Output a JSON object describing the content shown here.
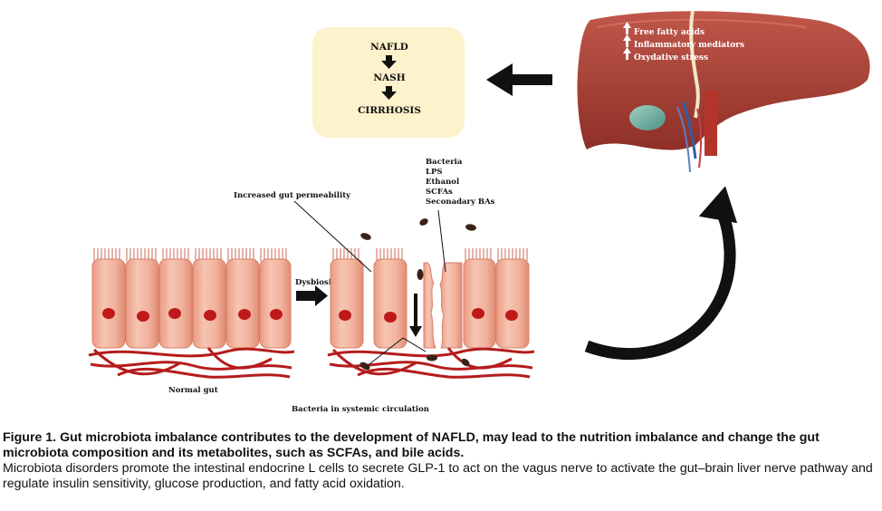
{
  "diagram": {
    "progression": {
      "stage1": "NAFLD",
      "stage2": "NASH",
      "stage3": "CIRRHOSIS"
    },
    "liver": {
      "line1": "Free fatty acids",
      "line2": "Inflammatory  mediators",
      "line3": "Oxydative stress"
    },
    "gut": {
      "increased_permeability": "Increased gut permeability",
      "products": [
        "Bacteria",
        "LPS",
        "Ethanol",
        "SCFAs",
        "Seconadary BAs"
      ],
      "dysbiosis": "Dysbiosis",
      "normal_gut": "Normal gut",
      "bacteria_circulation": "Bacteria in systemic circulation"
    }
  },
  "caption": {
    "title": "Figure 1. Gut microbiota imbalance contributes to the development of NAFLD, may lead to the nutrition imbalance and change the gut microbiota composition and its metabolites, such as SCFAs, and bile acids.",
    "body": "Microbiota disorders promote the intestinal endocrine L cells to secrete GLP-1 to act on the vagus nerve to activate the gut–brain liver nerve pathway and regulate insulin sensitivity, glucose production, and fatty acid oxidation."
  }
}
